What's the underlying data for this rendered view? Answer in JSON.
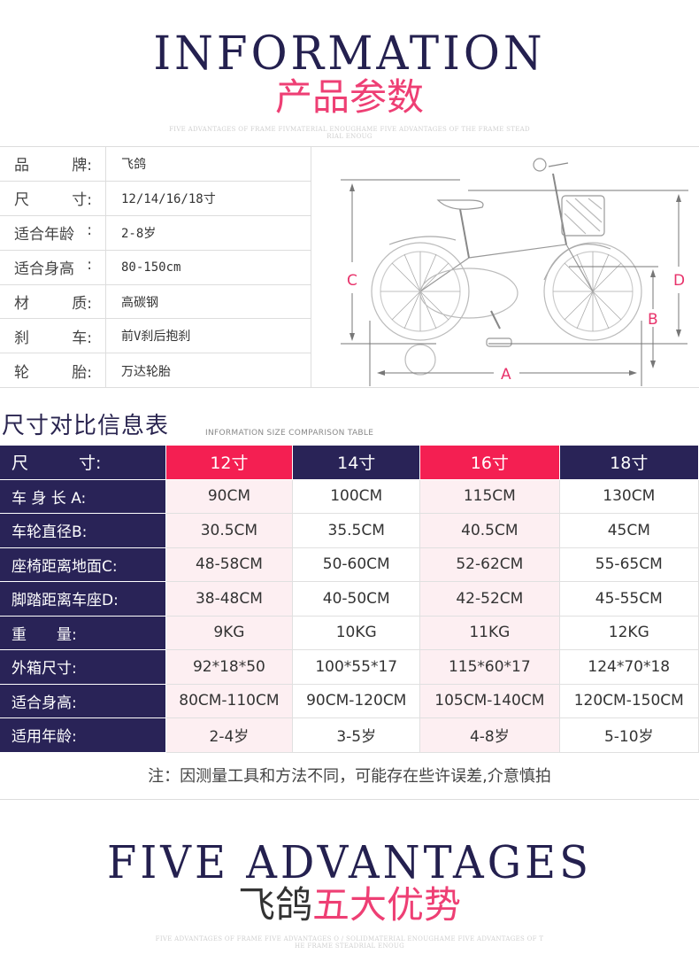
{
  "header": {
    "title_en": "INFORMATION",
    "title_cn": "产品参数",
    "deco_line1": "FIVE ADVANTAGES OF FRAME FIVMATERIAL ENOUGHAME FIVE ADVANTAGES OF THE FRAME STEAD",
    "deco_line2": "RIAL ENOUG"
  },
  "specs": {
    "rows": [
      {
        "label_a": "品",
        "label_b": "牌:",
        "value": "飞鸽"
      },
      {
        "label_a": "尺",
        "label_b": "寸:",
        "value": "12/14/16/18寸"
      },
      {
        "label_a": "适合年龄",
        "label_b": ":",
        "value": "2-8岁"
      },
      {
        "label_a": "适合身高",
        "label_b": ":",
        "value": "80-150cm"
      },
      {
        "label_a": "材",
        "label_b": "质:",
        "value": "高碳钢"
      },
      {
        "label_a": "刹",
        "label_b": "车:",
        "value": "前V刹后抱刹"
      },
      {
        "label_a": "轮",
        "label_b": "胎:",
        "value": "万达轮胎"
      }
    ]
  },
  "diagram": {
    "labels": {
      "A": "A",
      "B": "B",
      "C": "C",
      "D": "D"
    },
    "label_color": "#e8336b"
  },
  "comparison": {
    "title": "尺寸对比信息表",
    "subtitle": "INFORMATION SIZE COMPARISON TABLE",
    "header_label": "尺　　　寸:",
    "columns": [
      "12寸",
      "14寸",
      "16寸",
      "18寸"
    ],
    "rows": [
      {
        "label": "车 身 长 A:",
        "values": [
          "90CM",
          "100CM",
          "115CM",
          "130CM"
        ]
      },
      {
        "label": "车轮直径B:",
        "values": [
          "30.5CM",
          "35.5CM",
          "40.5CM",
          "45CM"
        ]
      },
      {
        "label": "座椅距离地面C:",
        "values": [
          "48-58CM",
          "50-60CM",
          "52-62CM",
          "55-65CM"
        ]
      },
      {
        "label": "脚踏距离车座D:",
        "values": [
          "38-48CM",
          "40-50CM",
          "42-52CM",
          "45-55CM"
        ]
      },
      {
        "label": "重　　量:",
        "values": [
          "9KG",
          "10KG",
          "11KG",
          "12KG"
        ]
      },
      {
        "label": "外箱尺寸:",
        "values": [
          "92*18*50",
          "100*55*17",
          "115*60*17",
          "124*70*18"
        ]
      },
      {
        "label": "适合身高:",
        "values": [
          "80CM-110CM",
          "90CM-120CM",
          "105CM-140CM",
          "120CM-150CM"
        ]
      },
      {
        "label": "适用年龄:",
        "values": [
          "2-4岁",
          "3-5岁",
          "4-8岁",
          "5-10岁"
        ]
      }
    ],
    "note": "注：因测量工具和方法不同，可能存在些许误差,介意慎拍",
    "colors": {
      "navy": "#292357",
      "red": "#f41f52",
      "pink_bg": "#fdeff2"
    }
  },
  "footer": {
    "title_en": "FIVE ADVANTAGES",
    "title_cn_brand": "飞鸽",
    "title_cn_main": "五大优势",
    "deco_line1": "FIVE ADVANTAGES OF FRAME FIVE ADVANTAGES O / SOLIDMATERIAL ENOUGHAME FIVE ADVANTAGES OF T",
    "deco_line2": "HE FRAME STEADRIAL ENOUG"
  }
}
